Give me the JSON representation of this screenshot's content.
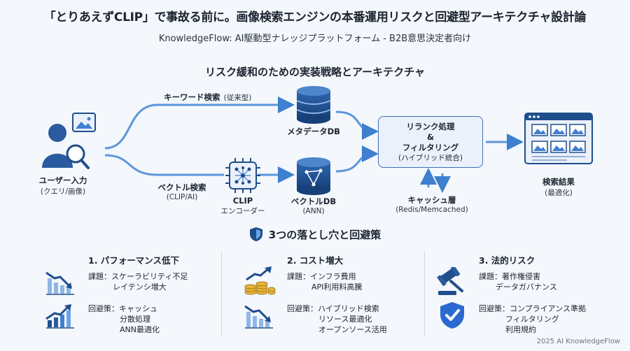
{
  "header": {
    "title": "「とりあえずCLIP」で事故る前に。画像検索エンジンの本番運用リスクと回避型アーキテクチャ設計論",
    "subtitle": "KnowledgeFlow: AI駆動型ナレッジプラットフォーム - B2B意思決定者向け"
  },
  "architecture": {
    "section_title": "リスク緩和のための実装戦略とアーキテクチャ",
    "user": {
      "label": "ユーザー入力",
      "sub": "(クエリ/画像)"
    },
    "keyword_path": {
      "label": "キーワード検索",
      "sub": "(従来型)"
    },
    "vector_path": {
      "label": "ベクトル検索",
      "sub": "(CLIP/AI)"
    },
    "clip": {
      "label": "CLIP",
      "sub": "エンコーダー"
    },
    "metadata_db": {
      "label": "メタデータDB"
    },
    "vector_db": {
      "label": "ベクトルDB",
      "sub": "(ANN)"
    },
    "rerank": {
      "line1": "リランク処理",
      "line2": "&",
      "line3": "フィルタリング",
      "sub": "(ハイブリッド統合)"
    },
    "cache": {
      "label": "キャッシュ層",
      "sub": "(Redis/Memcached)"
    },
    "results": {
      "label": "検索結果",
      "sub": "(最適化)"
    }
  },
  "pitfalls": {
    "title": "3つの落とし穴と回避策",
    "columns": [
      {
        "title": "1. パフォーマンス低下",
        "issue_label": "課題：",
        "issue_lines": [
          "スケーラビリティ不足",
          "レイテンシ増大"
        ],
        "solution_label": "回避策：",
        "solution_lines": [
          "キャッシュ",
          "分散処理",
          "ANN最適化"
        ],
        "issue_icon": "chart-down-icon",
        "solution_icon": "chart-up-icon"
      },
      {
        "title": "2. コスト増大",
        "issue_label": "課題：",
        "issue_lines": [
          "インフラ費用",
          "API利用料高騰"
        ],
        "solution_label": "回避策：",
        "solution_lines": [
          "ハイブリッド検索",
          "リソース最適化",
          "オープンソース活用"
        ],
        "issue_icon": "coins-rising-icon",
        "solution_icon": "chart-down-icon"
      },
      {
        "title": "3. 法的リスク",
        "issue_label": "課題：",
        "issue_lines": [
          "著作権侵害",
          "データガバナンス"
        ],
        "solution_label": "回避策：",
        "solution_lines": [
          "コンプライアンス準拠",
          "フィルタリング",
          "利用規約"
        ],
        "issue_icon": "gavel-icon",
        "solution_icon": "shield-check-icon"
      }
    ]
  },
  "footer": "2025 AI KnowledgeFlow",
  "colors": {
    "primary": "#1f4e8c",
    "accent": "#3f7fd0",
    "light": "#6aa3e6",
    "bg": "#f4f7fb"
  }
}
